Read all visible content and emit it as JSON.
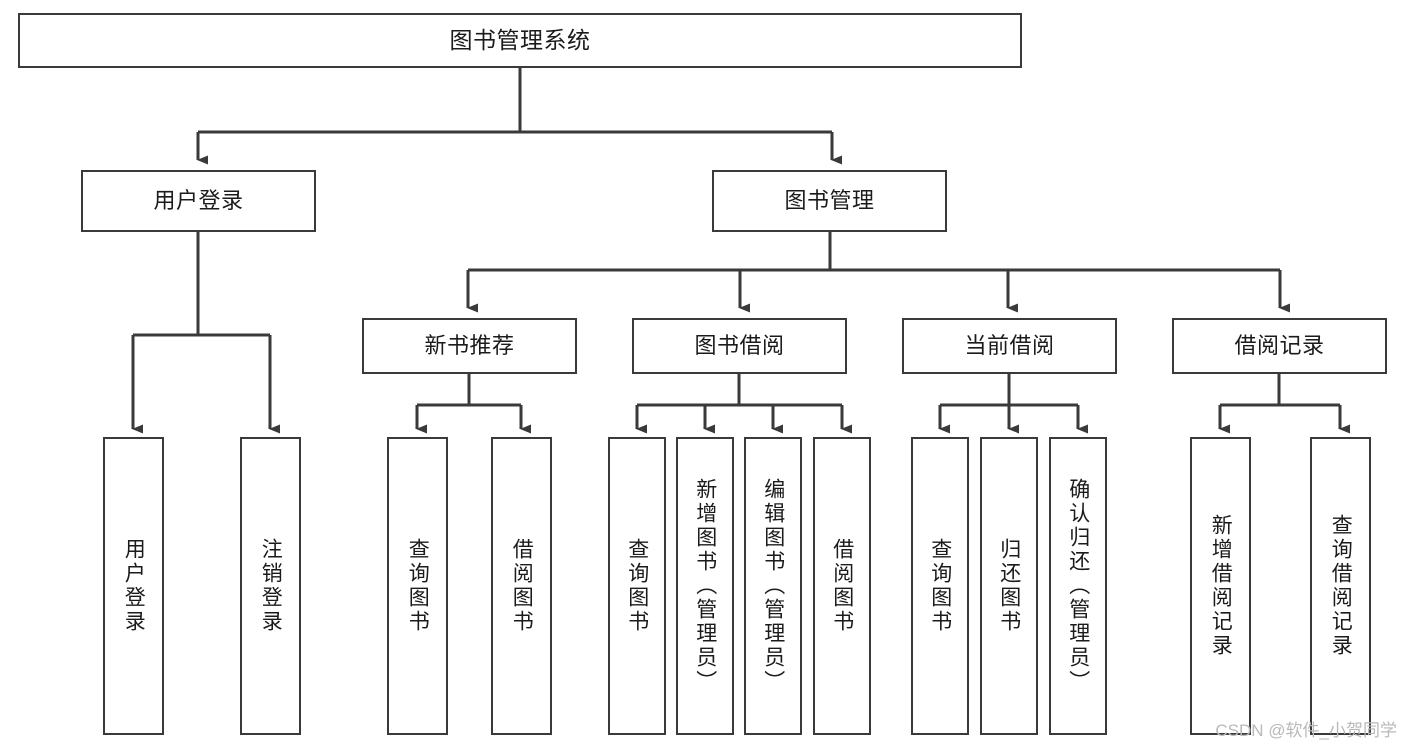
{
  "diagram": {
    "type": "tree",
    "title": "图书管理系统",
    "colors": {
      "stroke": "#3a3a3a",
      "fill": "#ffffff",
      "text": "#1b1b1b",
      "watermark": "#b9b9b9",
      "background": "#ffffff"
    },
    "nodes": {
      "root": {
        "label": "图书管理系统",
        "orientation": "horizontal",
        "level": 0
      },
      "user_login": {
        "label": "用户登录",
        "orientation": "horizontal",
        "level": 1
      },
      "book_manage": {
        "label": "图书管理",
        "orientation": "horizontal",
        "level": 1
      },
      "new_book_rec": {
        "label": "新书推荐",
        "orientation": "horizontal",
        "level": 2
      },
      "book_borrow": {
        "label": "图书借阅",
        "orientation": "horizontal",
        "level": 2
      },
      "current_borrow": {
        "label": "当前借阅",
        "orientation": "horizontal",
        "level": 2
      },
      "borrow_record": {
        "label": "借阅记录",
        "orientation": "horizontal",
        "level": 2
      },
      "leaf_user_login": {
        "label": "用户登录",
        "orientation": "vertical",
        "level": 3
      },
      "leaf_logout": {
        "label": "注销登录",
        "orientation": "vertical",
        "level": 3
      },
      "leaf_query_book_1": {
        "label": "查询图书",
        "orientation": "vertical",
        "level": 3
      },
      "leaf_borrow_book_1": {
        "label": "借阅图书",
        "orientation": "vertical",
        "level": 3
      },
      "leaf_query_book_2": {
        "label": "查询图书",
        "orientation": "vertical",
        "level": 3
      },
      "leaf_add_book": {
        "label": "新增图书（管理员）",
        "orientation": "vertical",
        "level": 3
      },
      "leaf_edit_book": {
        "label": "编辑图书（管理员）",
        "orientation": "vertical",
        "level": 3
      },
      "leaf_borrow_book_2": {
        "label": "借阅图书",
        "orientation": "vertical",
        "level": 3
      },
      "leaf_query_book_3": {
        "label": "查询图书",
        "orientation": "vertical",
        "level": 3
      },
      "leaf_return_book": {
        "label": "归还图书",
        "orientation": "vertical",
        "level": 3
      },
      "leaf_confirm_return": {
        "label": "确认归还（管理员）",
        "orientation": "vertical",
        "level": 3
      },
      "leaf_add_record": {
        "label": "新增借阅记录",
        "orientation": "vertical",
        "level": 3
      },
      "leaf_query_record": {
        "label": "查询借阅记录",
        "orientation": "vertical",
        "level": 3
      }
    },
    "edges": [
      {
        "from": "root",
        "to": "user_login"
      },
      {
        "from": "root",
        "to": "book_manage"
      },
      {
        "from": "book_manage",
        "to": "new_book_rec"
      },
      {
        "from": "book_manage",
        "to": "book_borrow"
      },
      {
        "from": "book_manage",
        "to": "current_borrow"
      },
      {
        "from": "book_manage",
        "to": "borrow_record"
      },
      {
        "from": "user_login",
        "to": "leaf_user_login"
      },
      {
        "from": "user_login",
        "to": "leaf_logout"
      },
      {
        "from": "new_book_rec",
        "to": "leaf_query_book_1"
      },
      {
        "from": "new_book_rec",
        "to": "leaf_borrow_book_1"
      },
      {
        "from": "book_borrow",
        "to": "leaf_query_book_2"
      },
      {
        "from": "book_borrow",
        "to": "leaf_add_book"
      },
      {
        "from": "book_borrow",
        "to": "leaf_edit_book"
      },
      {
        "from": "book_borrow",
        "to": "leaf_borrow_book_2"
      },
      {
        "from": "current_borrow",
        "to": "leaf_query_book_3"
      },
      {
        "from": "current_borrow",
        "to": "leaf_return_book"
      },
      {
        "from": "current_borrow",
        "to": "leaf_confirm_return"
      },
      {
        "from": "borrow_record",
        "to": "leaf_add_record"
      },
      {
        "from": "borrow_record",
        "to": "leaf_query_record"
      }
    ]
  },
  "watermark": {
    "text": "CSDN @软件_小贺同学"
  }
}
